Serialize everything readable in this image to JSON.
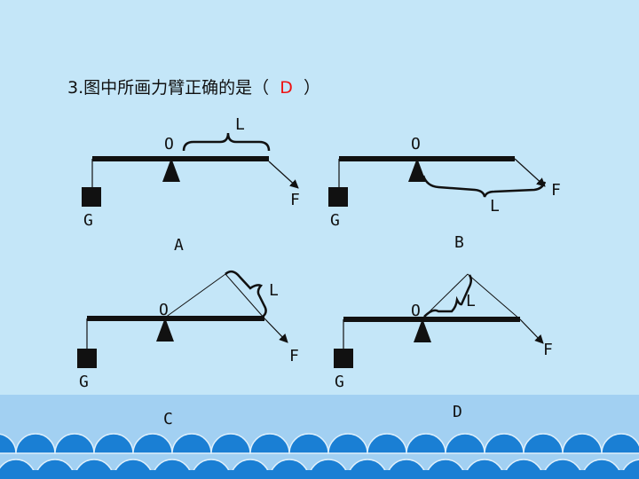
{
  "question": {
    "prefix": "3.图中所画力臂正确的是（",
    "answer": "D",
    "suffix": "）"
  },
  "labels": {
    "pivot": "O",
    "force": "F",
    "weight": "G",
    "arm": "L"
  },
  "options": [
    "A",
    "B",
    "C",
    "D"
  ],
  "colors": {
    "background": "#c4e6f8",
    "water": "#a2d0f2",
    "wave": "#1a7fd4",
    "answer": "#ee1111"
  }
}
